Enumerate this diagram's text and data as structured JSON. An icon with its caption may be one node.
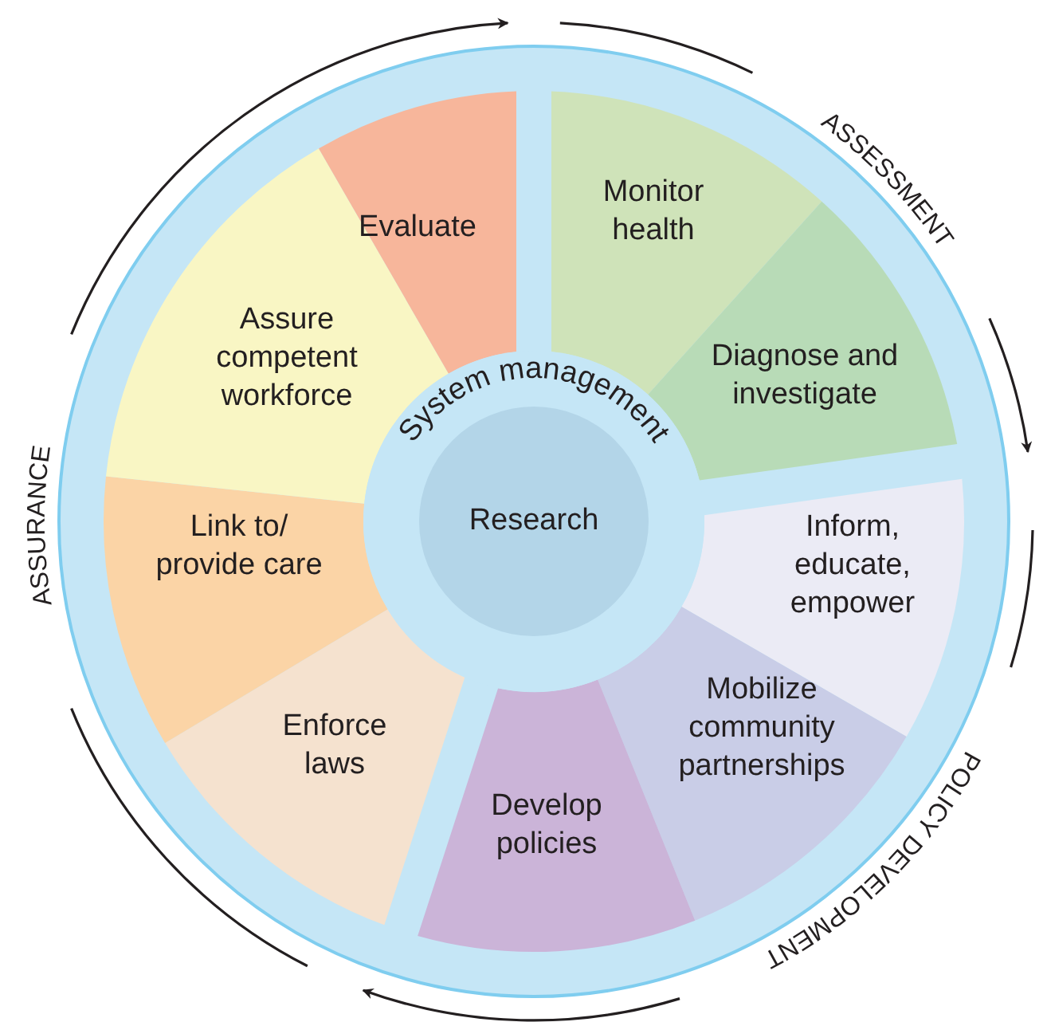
{
  "diagram": {
    "nodes": [
      {
        "text": [
          "Monitor health"
        ]
      },
      {
        "text": [
          "Diagnose and investigate"
        ]
      },
      {
        "text": [
          "Inform, educate, empower"
        ]
      },
      {
        "text": [
          "Mobilize community partnerships"
        ]
      },
      {
        "text": [
          "Develop policies"
        ]
      },
      {
        "text": [
          "Enforce laws"
        ]
      },
      {
        "text": [
          "Link to/ provide care"
        ]
      },
      {
        "text": [
          "Assure competent workforce"
        ]
      },
      {
        "text": [
          "Evaluate"
        ]
      },
      {
        "text": [
          "System management"
        ]
      },
      {
        "text": [
          "Research"
        ],
        "in": 9
      }
    ],
    "labels": [
      "ASSESSMENT",
      "POLICY DEVELOPMENT",
      "ASSURANCE"
    ]
  }
}
